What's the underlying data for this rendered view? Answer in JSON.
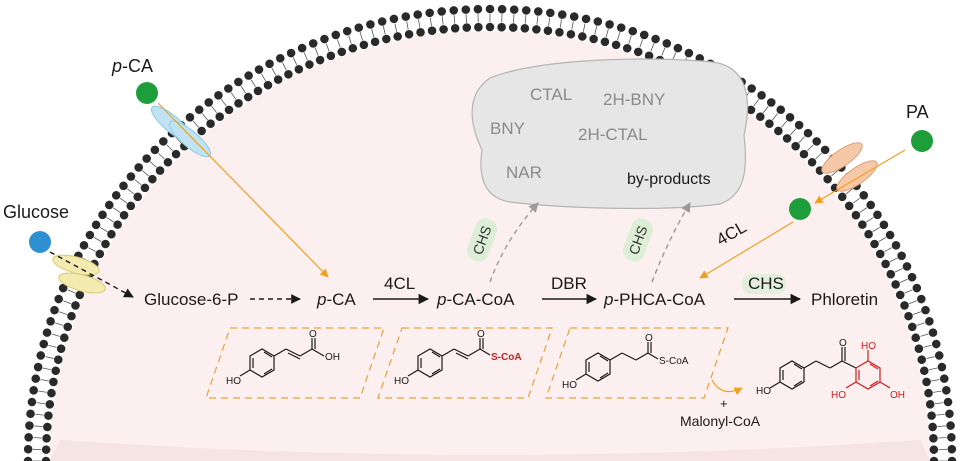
{
  "outside": {
    "p_ca": {
      "prefix": "p",
      "suffix": "-CA"
    },
    "glucose": "Glucose",
    "pa": "PA"
  },
  "byproducts": {
    "items": [
      "CTAL",
      "2H-BNY",
      "BNY",
      "2H-CTAL",
      "NAR"
    ],
    "label": "by-products"
  },
  "pathway": {
    "glucose6p": "Glucose-6-P",
    "pca": {
      "prefix": "p",
      "suffix": "-CA"
    },
    "pca_coa": {
      "prefix": "p",
      "suffix": "-CA-CoA"
    },
    "pphca_coa": {
      "prefix": "p",
      "suffix": "-PHCA-CoA"
    },
    "phloretin": "Phloretin"
  },
  "enzymes": {
    "e1": "4CL",
    "e2": "DBR",
    "e3": "CHS",
    "e4": "4CL",
    "side1": "CHS",
    "side2": "CHS"
  },
  "structures": {
    "ho": "HO",
    "oh": "OH",
    "o": "O",
    "scoa_red": "S-CoA",
    "scoa": "S-CoA",
    "plus": "+",
    "malonyl": "Malonyl-CoA"
  },
  "colors": {
    "cytoplasm": "#fcefef",
    "membrane_head": "#2a2a2a",
    "green_molecule": "#1e9e3a",
    "blue_molecule": "#2e90d1",
    "orange_arrow": "#f0a020",
    "transporter_blue": "#bfe3f2",
    "transporter_orange": "#f5c9a8",
    "transporter_yellow": "#f3ebb0",
    "chs_badge": "#dcefd6",
    "cloud": "#e6e6e6",
    "red": "#cc1f1f",
    "dashed_box": "#e8a23a"
  }
}
